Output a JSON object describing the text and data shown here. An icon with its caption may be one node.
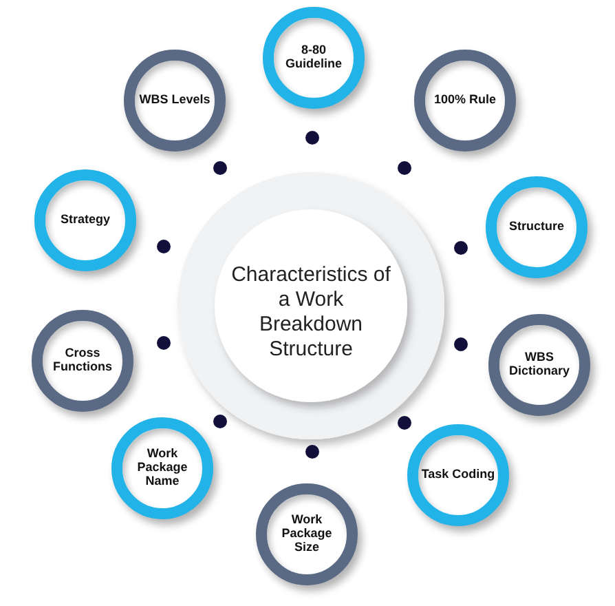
{
  "diagram": {
    "nodes": [
      {
        "text": [
          "Characteristics of a Work Breakdown Structure"
        ]
      },
      {
        "text": [
          "8-80 Guideline"
        ]
      },
      {
        "text": [
          "WBS Levels"
        ]
      },
      {
        "text": [
          "100% Rule"
        ]
      },
      {
        "text": [
          "Strategy"
        ]
      },
      {
        "text": [
          "Structure"
        ]
      },
      {
        "text": [
          "Cross Functions"
        ]
      },
      {
        "text": [
          "WBS Dictionary"
        ]
      },
      {
        "text": [
          "Work Package Name"
        ]
      },
      {
        "text": [
          "Task Coding"
        ]
      },
      {
        "text": [
          "Work Package Size"
        ]
      }
    ]
  }
}
